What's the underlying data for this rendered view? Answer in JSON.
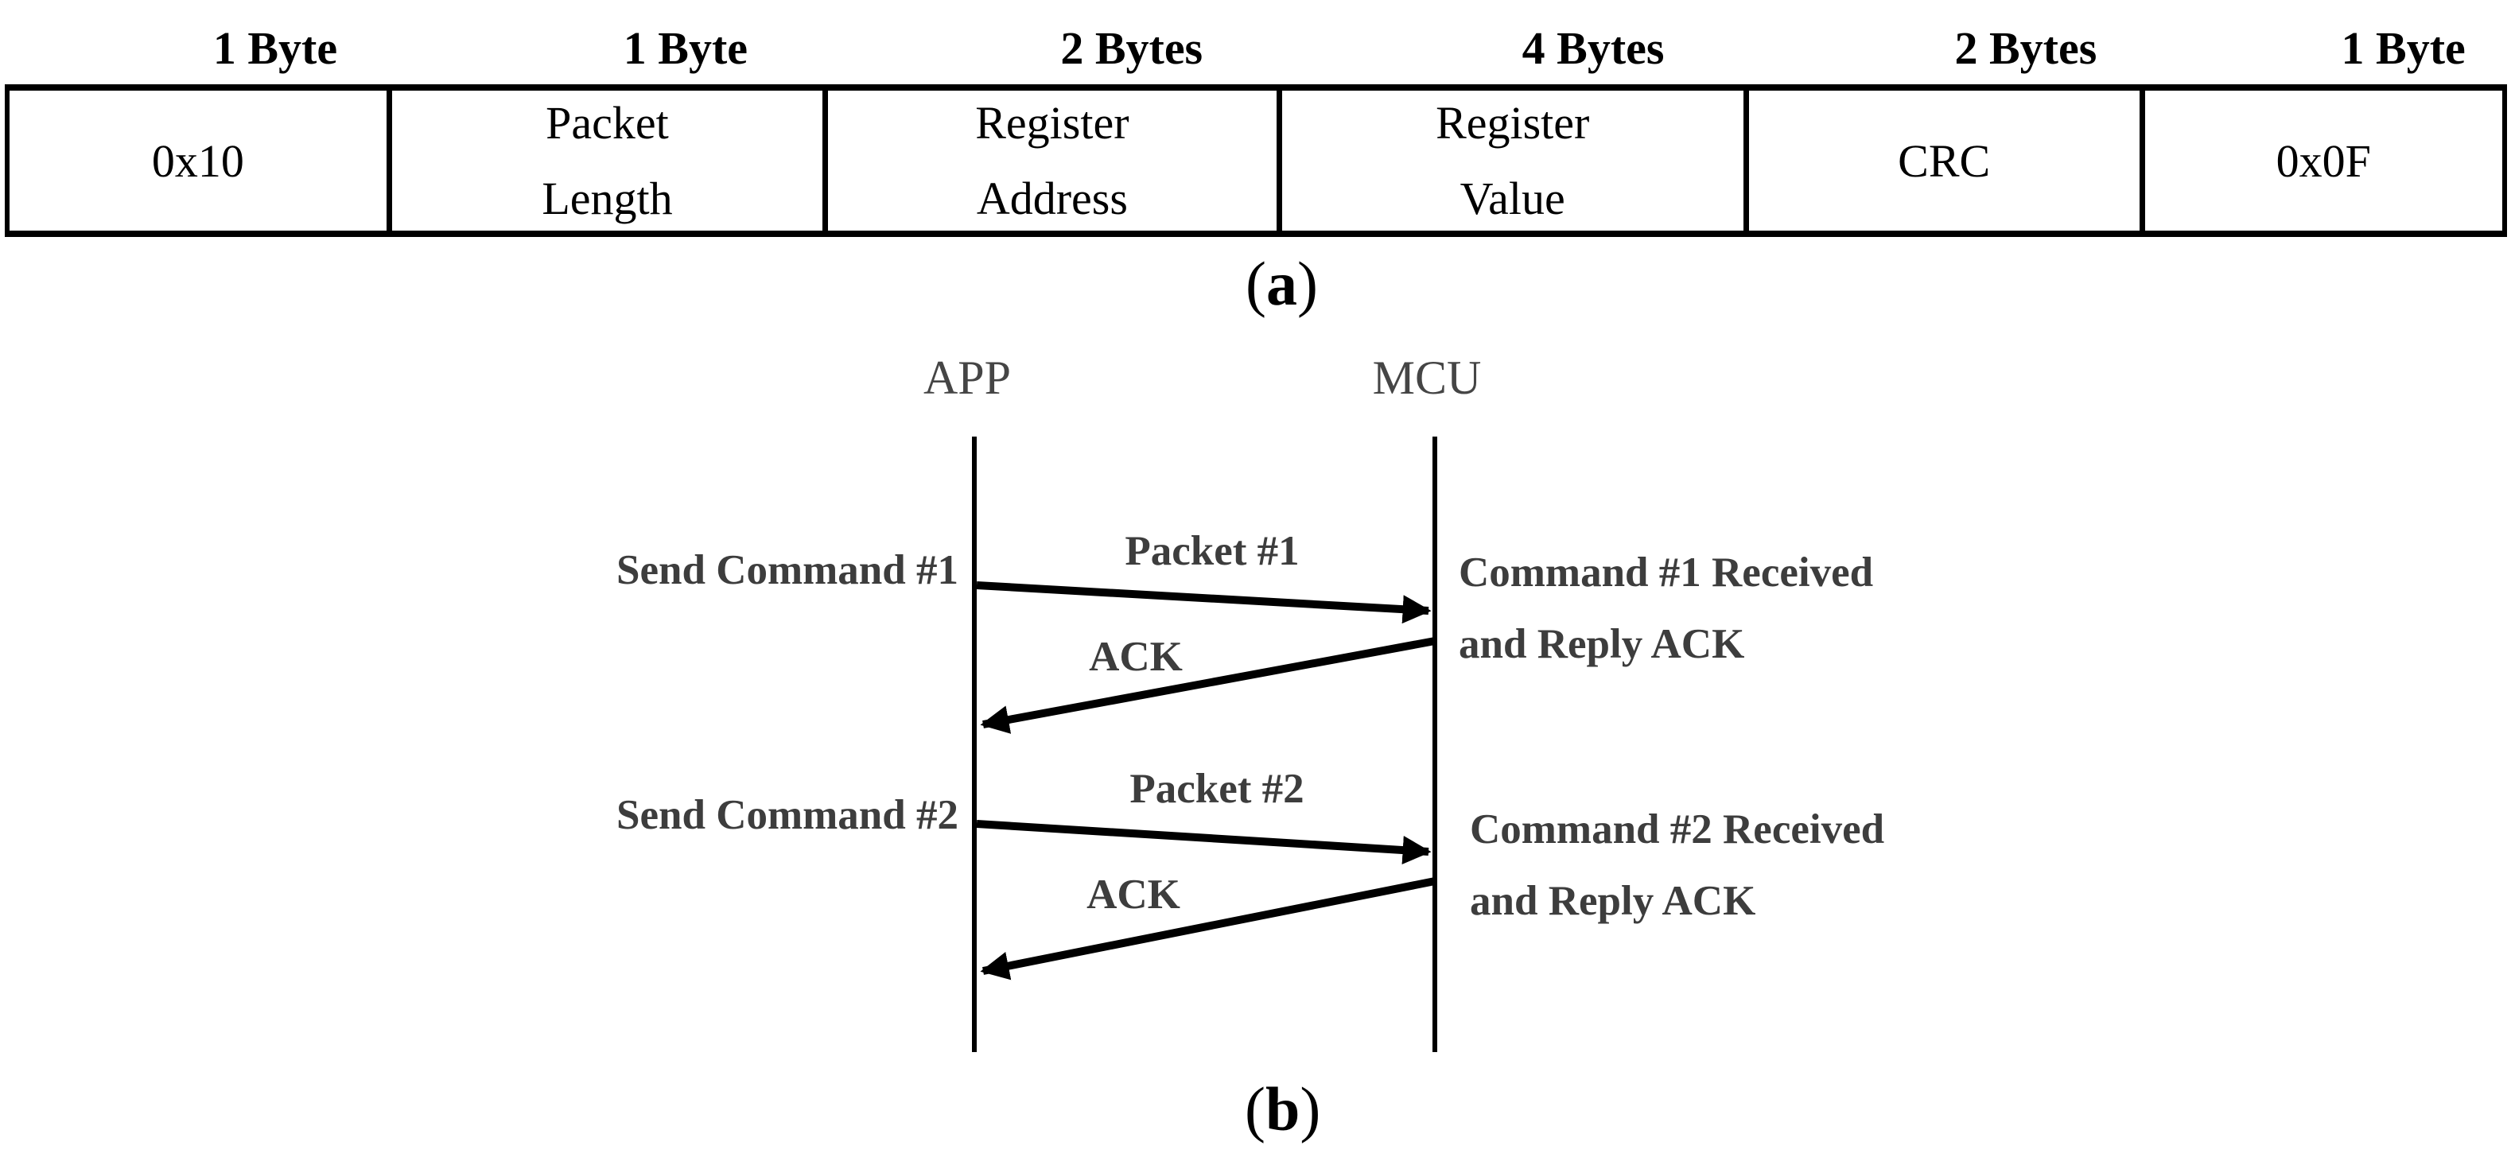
{
  "figure": {
    "packet_table": {
      "headers": [
        "1 Byte",
        "1 Byte",
        "2 Bytes",
        "4 Bytes",
        "2 Bytes",
        "1 Byte"
      ],
      "cells": [
        "0x10",
        "Packet\nLength",
        "Register\nAddress",
        "Register\nValue",
        "CRC",
        "0x0F"
      ]
    },
    "caption_a": {
      "open": "(",
      "letter": "a",
      "close": ")"
    },
    "caption_b": {
      "open": "(",
      "letter": "b",
      "close": ")"
    },
    "sequence": {
      "actors": {
        "left": "APP",
        "right": "MCU"
      },
      "exchanges": [
        {
          "send_label": "Send Command #1",
          "packet_label": "Packet #1",
          "received_label": "Command #1 Received\nand Reply ACK",
          "ack_label": "ACK"
        },
        {
          "send_label": "Send Command #2",
          "packet_label": "Packet #2",
          "received_label": "Command #2 Received\nand Reply ACK",
          "ack_label": "ACK"
        }
      ]
    },
    "colors": {
      "line": "#000000",
      "sequence_text": "#3d3d3d",
      "actor_text": "#454545"
    }
  }
}
